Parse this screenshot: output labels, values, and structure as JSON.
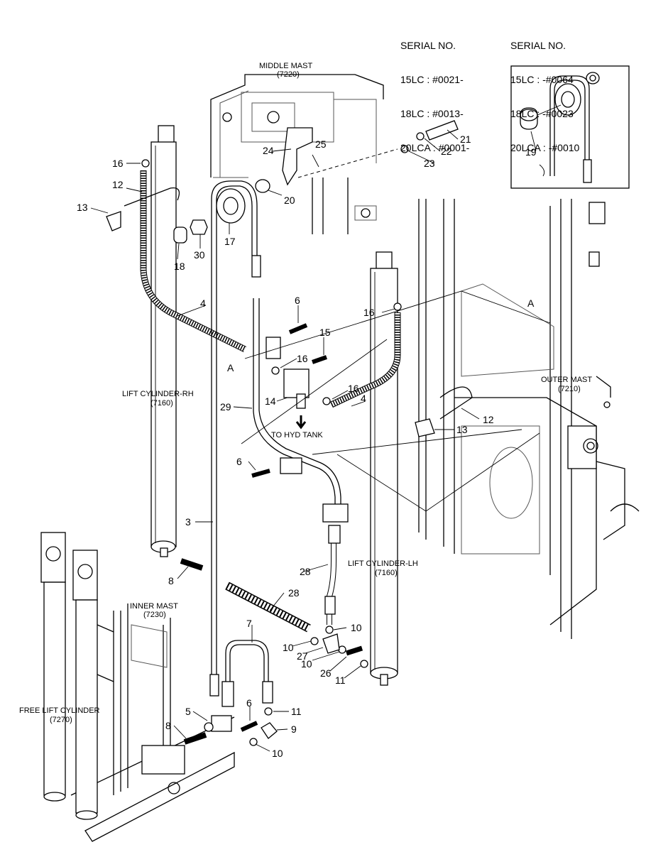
{
  "serials": {
    "left": [
      "SERIAL NO.",
      "15LC : #0021-",
      "18LC : #0013-",
      "20LCA : #0001-"
    ],
    "right": [
      "SERIAL NO.",
      "15LC : -#0064",
      "18LC : -#0023",
      "20LCA : -#0010"
    ]
  },
  "labels": {
    "middle_mast": "MIDDLE MAST",
    "middle_mast_no": "(7220)",
    "outer_mast": "OUTER MAST",
    "outer_mast_no": "(7210)",
    "inner_mast": "INNER MAST",
    "inner_mast_no": "(7230)",
    "lift_cyl_rh": "LIFT CYLINDER-RH",
    "lift_cyl_rh_no": "(7160)",
    "lift_cyl_lh": "LIFT CYLINDER-LH",
    "lift_cyl_lh_no": "(7160)",
    "free_lift": "FREE LIFT CYLINDER",
    "free_lift_no": "(7270)",
    "to_hyd_tank": "TO HYD TANK",
    "view_a": "A"
  },
  "callouts": [
    "3",
    "4",
    "5",
    "6",
    "7",
    "8",
    "9",
    "10",
    "11",
    "12",
    "13",
    "14",
    "15",
    "16",
    "17",
    "18",
    "19",
    "20",
    "21",
    "22",
    "23",
    "24",
    "25",
    "26",
    "27",
    "28",
    "29",
    "30"
  ]
}
